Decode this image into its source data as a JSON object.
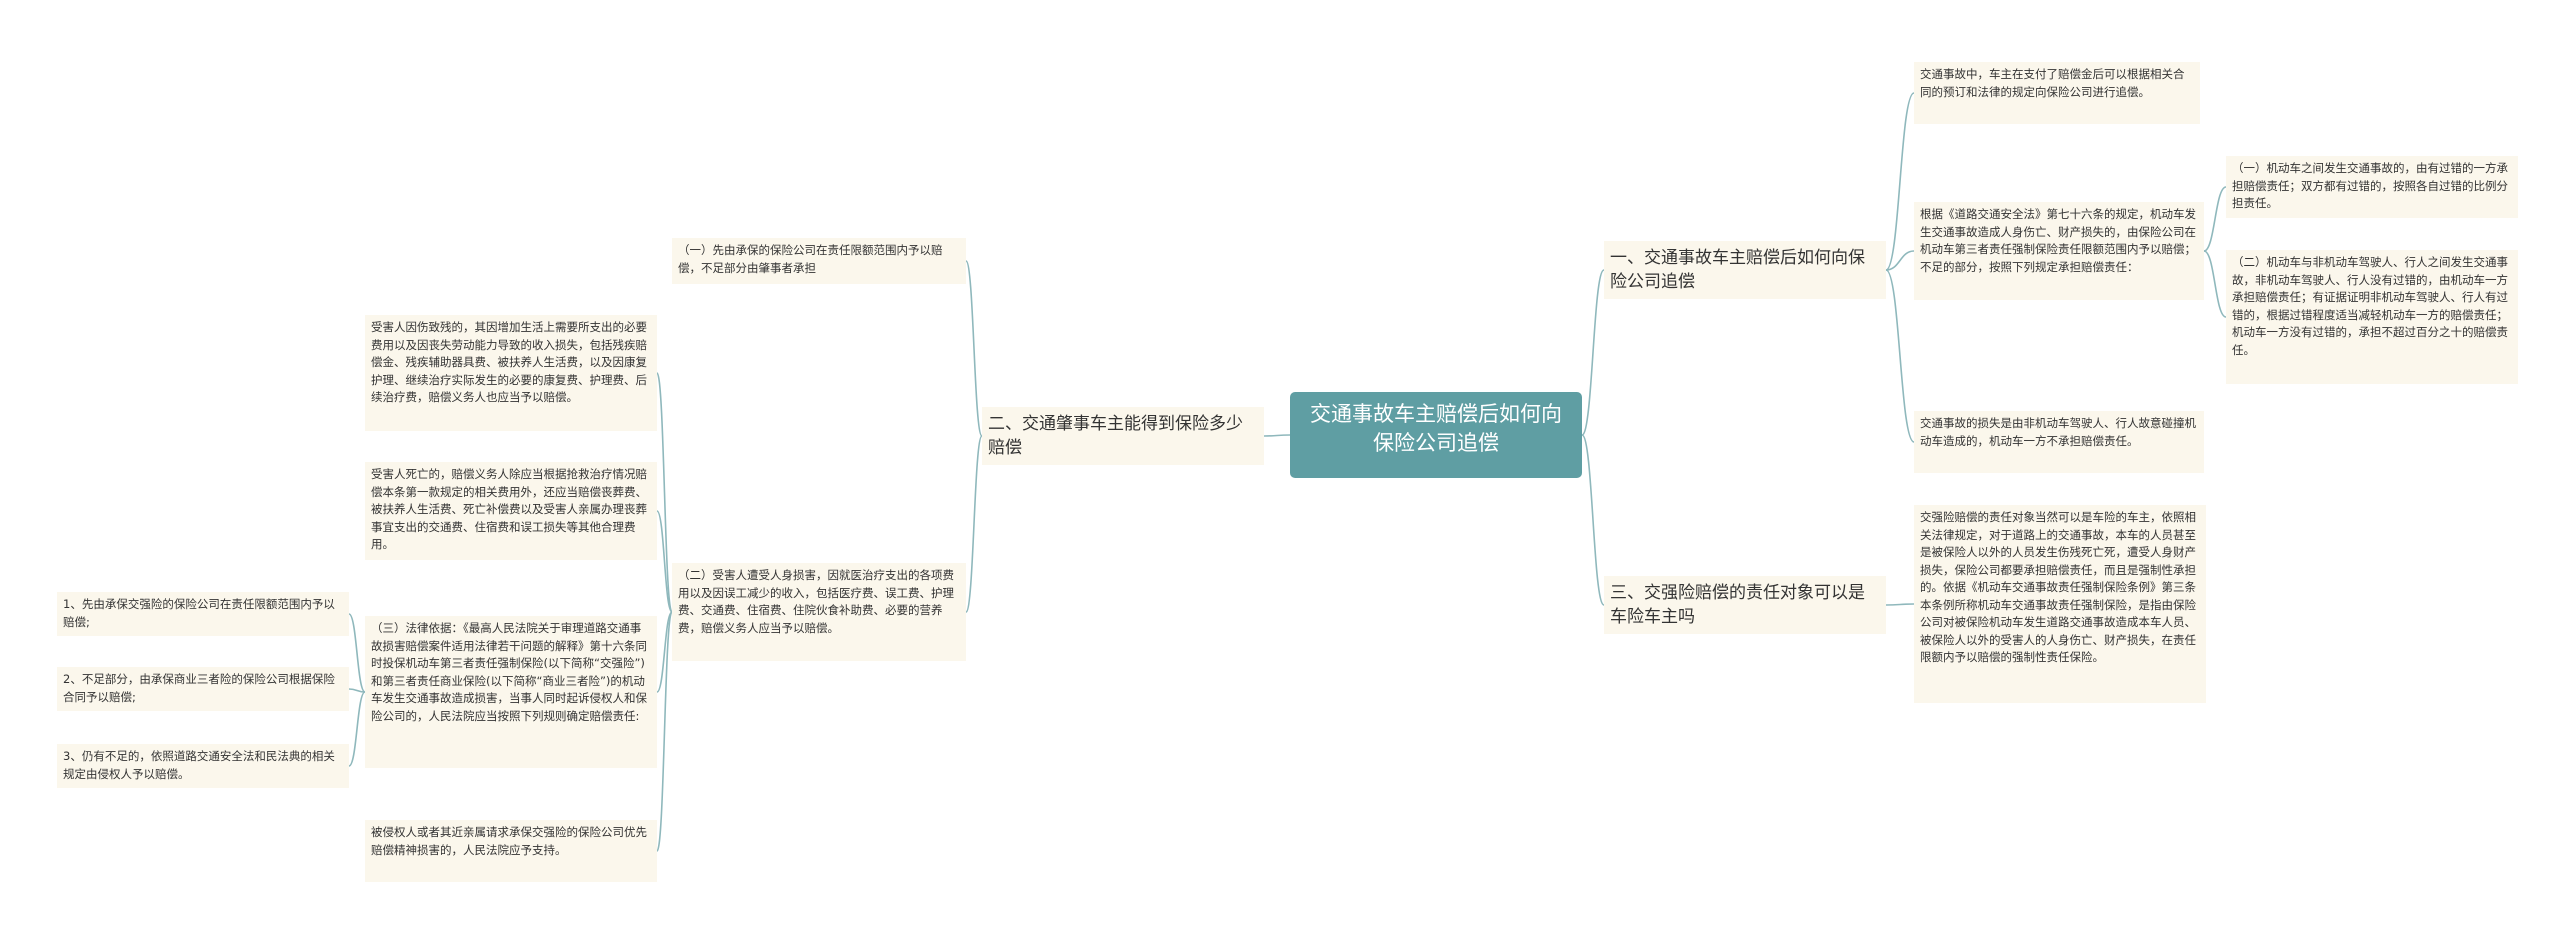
{
  "colors": {
    "root_bg": "#5f9ea3",
    "root_text": "#ffffff",
    "line": "#8fb8bc",
    "node_bg": "#fbf7ec",
    "text": "#333333"
  },
  "root": {
    "label": "交通事故车主赔偿后如何向保险公司追偿"
  },
  "right": {
    "b1": {
      "label": "一、交通事故车主赔偿后如何向保险公司追偿",
      "c1": "交通事故中，车主在支付了赔偿金后可以根据相关合同的预订和法律的规定向保险公司进行追偿。",
      "c2": {
        "text": "根据《道路交通安全法》第七十六条的规定，机动车发生交通事故造成人身伤亡、财产损失的，由保险公司在机动车第三者责任强制保险责任限额范围内予以赔偿；不足的部分，按照下列规定承担赔偿责任：",
        "g1": "（一）机动车之间发生交通事故的，由有过错的一方承担赔偿责任；双方都有过错的，按照各自过错的比例分担责任。",
        "g2": "（二）机动车与非机动车驾驶人、行人之间发生交通事故，非机动车驾驶人、行人没有过错的，由机动车一方承担赔偿责任；有证据证明非机动车驾驶人、行人有过错的，根据过错程度适当减轻机动车一方的赔偿责任；机动车一方没有过错的，承担不超过百分之十的赔偿责任。"
      },
      "c3": "交通事故的损失是由非机动车驾驶人、行人故意碰撞机动车造成的，机动车一方不承担赔偿责任。"
    },
    "b3": {
      "label": "三、交强险赔偿的责任对象可以是车险车主吗",
      "c1": "交强险赔偿的责任对象当然可以是车险的车主，依照相关法律规定，对于道路上的交通事故，本车的人员甚至是被保险人以外的人员发生伤残死亡死，遭受人身财产损失，保险公司都要承担赔偿责任，而且是强制性承担的。依据《机动车交通事故责任强制保险条例》第三条本条例所称机动车交通事故责任强制保险，是指由保险公司对被保险机动车发生道路交通事故造成本车人员、被保险人以外的受害人的人身伤亡、财产损失，在责任限额内予以赔偿的强制性责任保险。"
    }
  },
  "left": {
    "b2": {
      "label": "二、交通肇事车主能得到保险多少赔偿",
      "c1": "（一）先由承保的保险公司在责任限额范围内予以赔偿，不足部分由肇事者承担",
      "c2": {
        "text": "（二）受害人遭受人身损害，因就医治疗支出的各项费用以及因误工减少的收入，包括医疗费、误工费、护理费、交通费、住宿费、住院伙食补助费、必要的营养费，赔偿义务人应当予以赔偿。",
        "g1": "受害人因伤致残的，其因增加生活上需要所支出的必要费用以及因丧失劳动能力导致的收入损失，包括残疾赔偿金、残疾辅助器具费、被扶养人生活费，以及因康复护理、继续治疗实际发生的必要的康复费、护理费、后续治疗费，赔偿义务人也应当予以赔偿。",
        "g2": "受害人死亡的，赔偿义务人除应当根据抢救治疗情况赔偿本条第一款规定的相关费用外，还应当赔偿丧葬费、被扶养人生活费、死亡补偿费以及受害人亲属办理丧葬事宜支出的交通费、住宿费和误工损失等其他合理费用。",
        "g3": {
          "text": "（三）法律依据：《最高人民法院关于审理道路交通事故损害赔偿案件适用法律若干问题的解释》第十六条同时投保机动车第三者责任强制保险(以下简称“交强险”)和第三者责任商业保险(以下简称“商业三者险”)的机动车发生交通事故造成损害，当事人同时起诉侵权人和保险公司的，人民法院应当按照下列规则确定赔偿责任:",
          "h1": "1、先由承保交强险的保险公司在责任限额范围内予以赔偿;",
          "h2": "2、不足部分，由承保商业三者险的保险公司根据保险合同予以赔偿;",
          "h3": "3、仍有不足的，依照道路交通安全法和民法典的相关规定由侵权人予以赔偿。"
        },
        "g4": "被侵权人或者其近亲属请求承保交强险的保险公司优先赔偿精神损害的，人民法院应予支持。"
      }
    }
  }
}
